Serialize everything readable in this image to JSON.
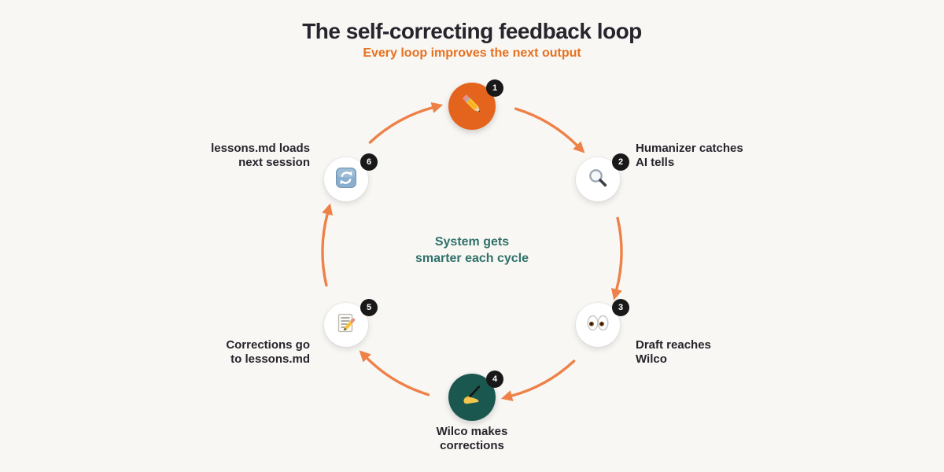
{
  "title": "The self-correcting feedback loop",
  "subtitle": "Every loop improves the next output",
  "center_text": {
    "line1": "System gets",
    "line2": "smarter each cycle"
  },
  "nodes": [
    {
      "number": "1",
      "icon": "pencil-icon",
      "label_line1": "",
      "label_line2": ""
    },
    {
      "number": "2",
      "icon": "magnifier-icon",
      "label_line1": "Humanizer catches",
      "label_line2": "AI tells"
    },
    {
      "number": "3",
      "icon": "eyes-icon",
      "label_line1": "Draft reaches",
      "label_line2": "Wilco"
    },
    {
      "number": "4",
      "icon": "writing-hand-icon",
      "label_line1": "Wilco makes",
      "label_line2": "corrections"
    },
    {
      "number": "5",
      "icon": "memo-icon",
      "label_line1": "Corrections go",
      "label_line2": "to lessons.md"
    },
    {
      "number": "6",
      "icon": "refresh-icon",
      "label_line1": "lessons.md loads",
      "label_line2": "next session"
    }
  ],
  "colors": {
    "background": "#f8f7f4",
    "title_text": "#27242c",
    "subtitle_orange": "#e8701f",
    "arrow_orange": "#ee8148",
    "node_orange": "#e4641d",
    "node_teal": "#1a584f",
    "center_text_teal": "#30716a",
    "badge_black": "#191919"
  }
}
